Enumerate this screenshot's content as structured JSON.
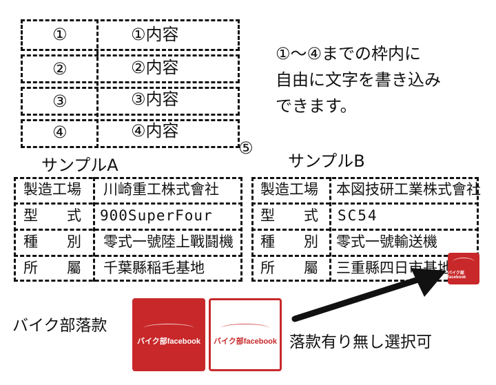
{
  "top_table": {
    "rows": [
      {
        "num": "①",
        "content": "①内容"
      },
      {
        "num": "②",
        "content": "②内容"
      },
      {
        "num": "③",
        "content": "③内容"
      },
      {
        "num": "④",
        "content": "④内容"
      }
    ]
  },
  "instruction": {
    "line1": "①〜④までの枠内に",
    "line2": "自由に文字を書き込み",
    "line3": "できます。"
  },
  "marker5": "⑤",
  "sample_a": {
    "title": "サンプルA",
    "rows": [
      {
        "label": "製造工場",
        "value": "川崎重工株式會社"
      },
      {
        "label": "型　　式",
        "value": "900SuperFour"
      },
      {
        "label": "種　　別",
        "value": "零式一號陸上戰鬪機"
      },
      {
        "label": "所　　屬",
        "value": "千葉縣稲毛基地"
      }
    ]
  },
  "sample_b": {
    "title": "サンプルB",
    "rows": [
      {
        "label": "製造工場",
        "value": "本図技研工業株式會社"
      },
      {
        "label": "型　　式",
        "value": "SC54"
      },
      {
        "label": "種　　別",
        "value": "零式一號輸送機"
      },
      {
        "label": "所　　屬",
        "value": "三重縣四日市基地"
      }
    ]
  },
  "stamp": {
    "heading": "バイク部落款",
    "seal_text": "バイク部facebook",
    "option_text": "落款有り無し選択可",
    "color": "#c8282a"
  }
}
